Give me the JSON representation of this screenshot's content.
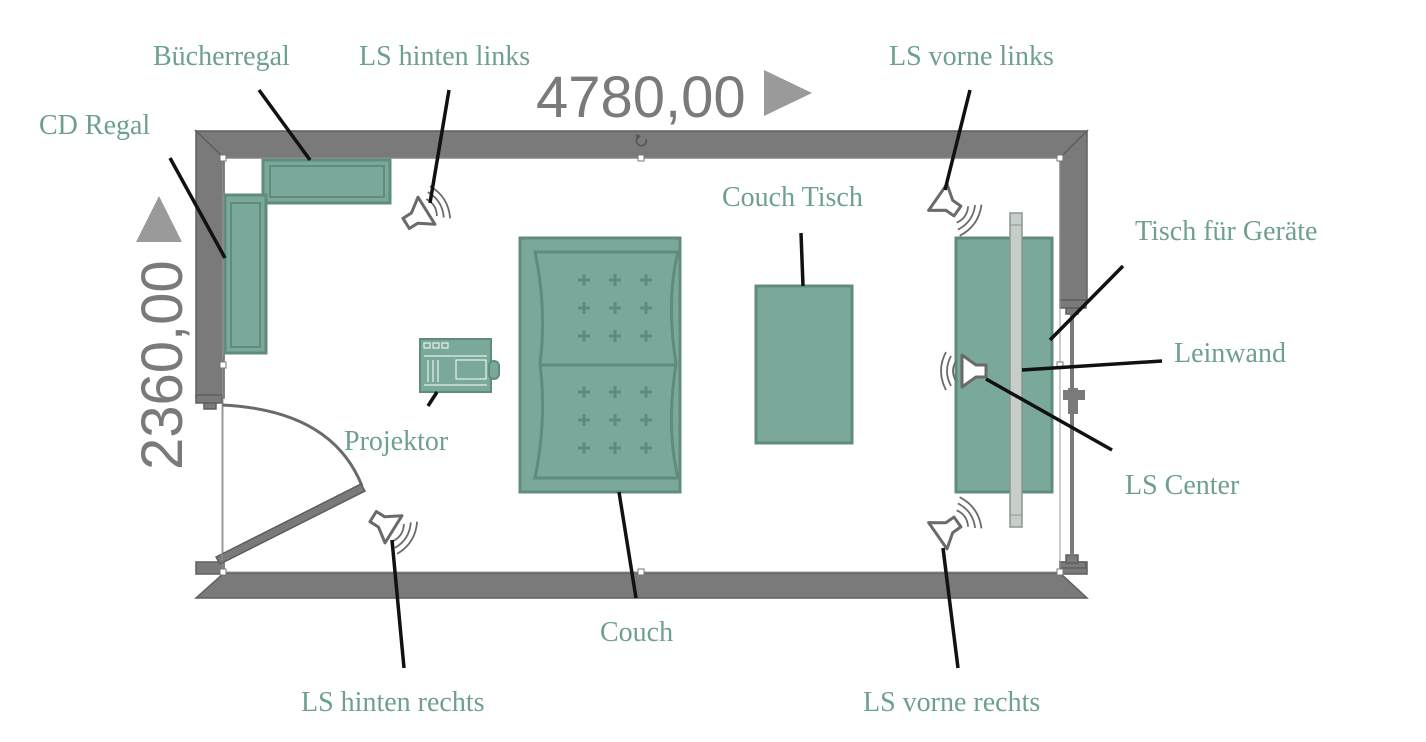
{
  "labels": {
    "buecherregal": "Bücherregal",
    "cd_regal": "CD Regal",
    "ls_hinten_links": "LS hinten links",
    "ls_vorne_links": "LS vorne links",
    "couch_tisch": "Couch Tisch",
    "tisch_fuer_geraete": "Tisch für Geräte",
    "leinwand": "Leinwand",
    "ls_center": "LS Center",
    "projektor": "Projektor",
    "couch": "Couch",
    "ls_hinten_rechts": "LS hinten rechts",
    "ls_vorne_rechts": "LS vorne rechts"
  },
  "dimensions": {
    "width": "4780,00",
    "height": "2360,00"
  },
  "colors": {
    "furniture": "#7aa89a",
    "wall": "#7a7a7a",
    "label": "#6fa08f",
    "leader": "#111111"
  },
  "icons": {
    "width_arrow": "triangle-right-icon",
    "height_arrow": "triangle-up-icon",
    "rotate": "rotate-icon",
    "speaker": "speaker-icon"
  }
}
